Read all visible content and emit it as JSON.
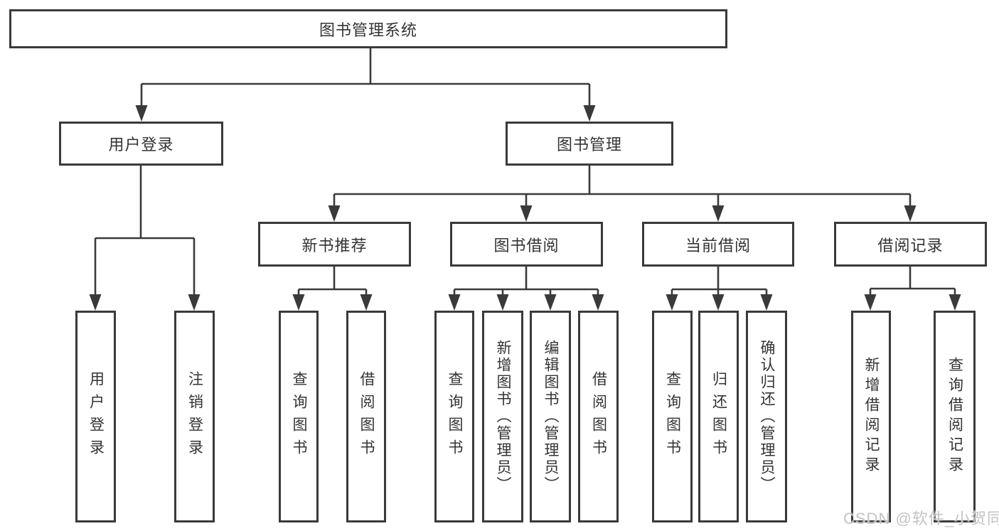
{
  "tree": {
    "root": {
      "label": "图书管理系统",
      "children": [
        {
          "label": "用户登录",
          "children": [
            {
              "label": "用户登录"
            },
            {
              "label": "注销登录"
            }
          ]
        },
        {
          "label": "图书管理",
          "children": [
            {
              "label": "新书推荐",
              "children": [
                {
                  "label": "查询图书"
                },
                {
                  "label": "借阅图书"
                }
              ]
            },
            {
              "label": "图书借阅",
              "children": [
                {
                  "label": "查询图书"
                },
                {
                  "label": "新增图书（管理员）"
                },
                {
                  "label": "编辑图书（管理员）"
                },
                {
                  "label": "借阅图书"
                }
              ]
            },
            {
              "label": "当前借阅",
              "children": [
                {
                  "label": "查询图书"
                },
                {
                  "label": "归还图书"
                },
                {
                  "label": "确认归还（管理员）"
                }
              ]
            },
            {
              "label": "借阅记录",
              "children": [
                {
                  "label": "新增借阅记录"
                },
                {
                  "label": "查询借阅记录"
                }
              ]
            }
          ]
        }
      ]
    }
  },
  "colors": {
    "line": "#3a3a3a",
    "text": "#333333",
    "watermark": "#c3c3c3"
  },
  "watermark": {
    "text": "CSDN @软件_小贺同学"
  }
}
